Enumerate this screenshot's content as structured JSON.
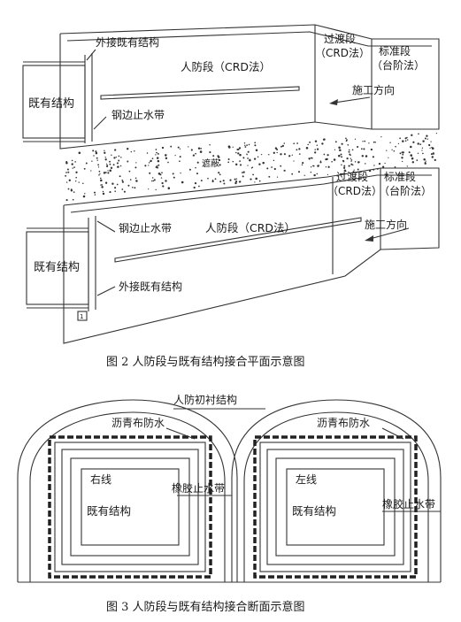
{
  "figure2": {
    "caption": "图 2   人防段与既有结构接合平面示意图",
    "upper": {
      "outer_connect": "外接既有结构",
      "existing": "既有结构",
      "waterstop": "钢边止水带",
      "civil_defense": "人防段（CRD法）",
      "transition_title": "过渡段",
      "transition_method": "（CRD法）",
      "standard_title": "标准段",
      "standard_method": "（台阶法）",
      "direction": "施工方向"
    },
    "middle_label": "遮蔽",
    "lower": {
      "waterstop": "钢边止水带",
      "civil_defense": "人防段（CRD法）",
      "existing": "既有结构",
      "outer_connect": "外接既有结构",
      "transition_title": "过渡段",
      "transition_method": "（CRD法）",
      "standard_title": "标准段",
      "standard_method": "（台阶法）",
      "direction": "施工方向",
      "small_mark": "1"
    }
  },
  "figure3": {
    "caption": "图 3   人防段与既有结构接合断面示意图",
    "lining": "人防初衬结构",
    "left": {
      "waterproof": "沥青布防水",
      "line": "右线",
      "existing": "既有结构",
      "rubber": "橡胶止水带"
    },
    "right": {
      "waterproof": "沥青布防水",
      "line": "左线",
      "existing": "既有结构",
      "rubber": "橡胶止水带"
    }
  }
}
